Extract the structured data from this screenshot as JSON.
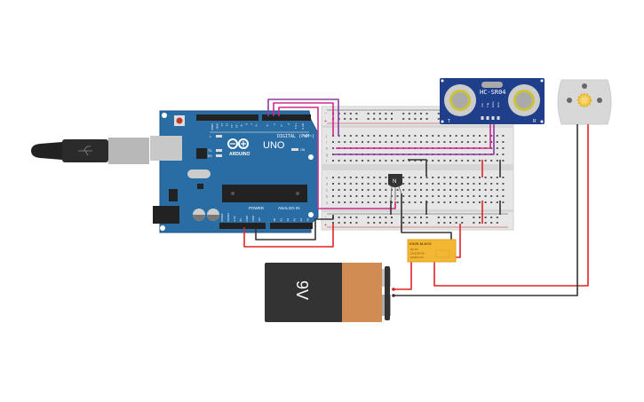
{
  "arduino": {
    "brand": "ARDUINO",
    "model": "UNO",
    "digital_label": "DIGITAL (PWM~)",
    "power_label": "POWER",
    "analog_label": "ANALOG IN",
    "on_label": "ON",
    "l_label": "L",
    "tx_label": "TX",
    "rx_label": "RX",
    "digital_pins": [
      "AREF",
      "GND",
      "13",
      "12",
      "~11",
      "~10",
      "~9",
      "8",
      "7",
      "~6",
      "~5",
      "4",
      "~3",
      "2",
      "TX 1",
      "RX 0"
    ],
    "power_pins": [
      "IOREF",
      "RESET",
      "3.3V",
      "5V",
      "GND",
      "GND",
      "Vin"
    ],
    "analog_pins": [
      "A0",
      "A1",
      "A2",
      "A3",
      "A4",
      "A5"
    ]
  },
  "breadboard": {
    "rail_minus": "-",
    "rail_plus": "+",
    "row_labels_top": [
      "j",
      "i",
      "h",
      "g",
      "f"
    ],
    "row_labels_bottom": [
      "e",
      "d",
      "c",
      "b",
      "a"
    ]
  },
  "sensor": {
    "name": "HC-SR04",
    "left_label": "T",
    "right_label": "R",
    "pins": [
      "Vcc",
      "Trig",
      "Echo",
      "Gnd"
    ]
  },
  "transistor": {
    "label": "N"
  },
  "relay": {
    "name": "KS2E-M-DC5",
    "lines": [
      "DC 5V",
      "1A/120V AC",
      "2A/30V DC"
    ]
  },
  "battery": {
    "label": "9V"
  },
  "colors": {
    "arduino": "#2a6ca4",
    "sensor": "#1f3f8a",
    "relay": "#f3b734",
    "battery_body": "#333333",
    "battery_band": "#d08c52",
    "wire_red": "#e02424",
    "wire_black": "#333333",
    "wire_purple": "#8e3aa0",
    "wire_magenta": "#cc2a8c"
  }
}
